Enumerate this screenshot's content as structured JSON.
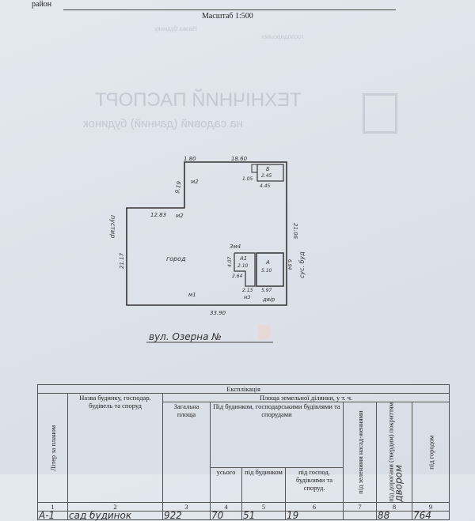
{
  "header": {
    "district_label": "район",
    "scale": "Масштаб 1:500"
  },
  "background_showthrough": {
    "title": "ТЕХНІЧНИЙ ПАСПОРТ",
    "subtitle": "на садовий (дачний) будинок",
    "line1": "Назва будинку",
    "line2": "господарських"
  },
  "plan": {
    "street": "вул. Озерна №",
    "dimensions": [
      "1.80",
      "18.60",
      "9.19",
      "12.83",
      "21.17",
      "21.06",
      "33.90",
      "2.45",
      "1.05",
      "4.45",
      "2.10",
      "5.10",
      "2.64",
      "5.97",
      "2.13",
      "6.94",
      "4.07"
    ],
    "labels": {
      "west": "пустир",
      "east": "сус. буд",
      "center": "город",
      "yard": "двір",
      "m1": "м1",
      "m2a": "м2",
      "m2b": "м2",
      "m3": "м3",
      "m4": "3м4",
      "bldg_a": "А",
      "bldg_a1": "А1",
      "bldg_b": "Б"
    }
  },
  "table": {
    "title": "Експлікація",
    "headers": {
      "letter": "Літер за планом",
      "name": "Назва будинку, господар. будівель та споруд",
      "area_group": "Площа земельної ділянки, у т. ч.",
      "total": "Загальна площа",
      "under_group": "Під будинком, господарськими будівлями та спорудами",
      "all": "усього",
      "under_house": "під будинком",
      "under_outbuildings": "під господ. будівлями та споруд.",
      "green": "під зеленими насад-женнями",
      "roads": "під дорогами (твердим) покриттям",
      "roads_handwritten": "двором",
      "garden": "під городом"
    },
    "column_numbers": [
      "1",
      "2",
      "3",
      "4",
      "5",
      "6",
      "7",
      "8",
      "9"
    ],
    "rows": [
      {
        "letter": "А-1",
        "name": "сад будинок",
        "total": "922",
        "all": "70",
        "house": "51",
        "outbuildings": "19",
        "green": "",
        "roads": "88",
        "garden": "764"
      }
    ]
  }
}
